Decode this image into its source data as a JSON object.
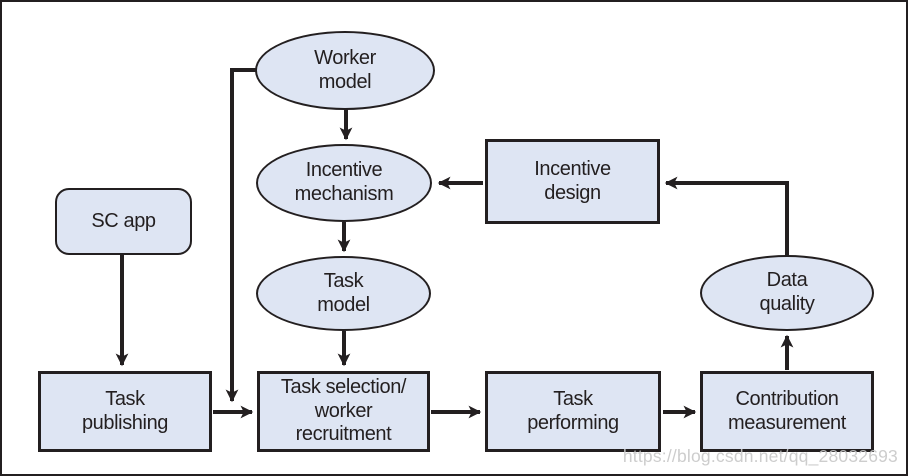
{
  "diagram": {
    "nodes": {
      "worker_model": {
        "label": "Worker\nmodel",
        "shape": "ellipse"
      },
      "incentive_mechanism": {
        "label": "Incentive\nmechanism",
        "shape": "ellipse"
      },
      "incentive_design": {
        "label": "Incentive\ndesign",
        "shape": "rect"
      },
      "sc_app": {
        "label": "SC app",
        "shape": "rounded-rect"
      },
      "task_model": {
        "label": "Task\nmodel",
        "shape": "ellipse"
      },
      "data_quality": {
        "label": "Data\nquality",
        "shape": "ellipse"
      },
      "task_publishing": {
        "label": "Task\npublishing",
        "shape": "rect"
      },
      "task_selection": {
        "label": "Task selection/\nworker\nrecruitment",
        "shape": "rect"
      },
      "task_performing": {
        "label": "Task\nperforming",
        "shape": "rect"
      },
      "contribution_measurement": {
        "label": "Contribution\nmeasurement",
        "shape": "rect"
      }
    },
    "edges": [
      {
        "from": "worker_model",
        "to": "incentive_mechanism"
      },
      {
        "from": "incentive_mechanism",
        "to": "task_model"
      },
      {
        "from": "task_model",
        "to": "task_selection"
      },
      {
        "from": "incentive_design",
        "to": "incentive_mechanism"
      },
      {
        "from": "data_quality",
        "to": "incentive_design"
      },
      {
        "from": "contribution_measurement",
        "to": "data_quality"
      },
      {
        "from": "sc_app",
        "to": "task_publishing"
      },
      {
        "from": "worker_model",
        "to": "task_selection"
      },
      {
        "from": "task_publishing",
        "to": "task_selection"
      },
      {
        "from": "task_selection",
        "to": "task_performing"
      },
      {
        "from": "task_performing",
        "to": "contribution_measurement"
      }
    ]
  },
  "watermark": {
    "text": "https://blog.csdn.net/qq_28032693"
  },
  "colors": {
    "node_fill": "#dee5f3",
    "line": "#231f20",
    "text": "#231f20",
    "watermark": "#c8c8c8"
  }
}
